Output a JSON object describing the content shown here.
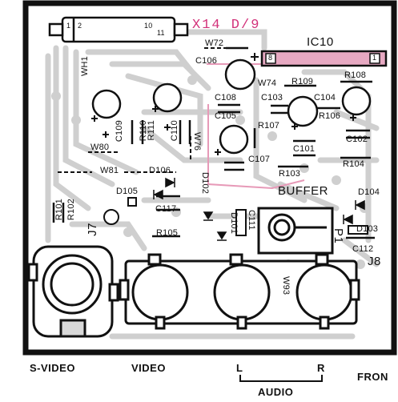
{
  "board": {
    "board_id": "X14 D/9",
    "ic_label": "IC10",
    "buffer_label": "BUFFER",
    "connector_j8": "J8",
    "connector_j7": "J7",
    "colors": {
      "ink": "#111111",
      "trace": "#cfcfcf",
      "accent": "#d2327a",
      "pcb_bg": "#ffffff"
    }
  },
  "ic10_pins": {
    "left": "8",
    "right": "1"
  },
  "connector_pins": [
    "1",
    "2",
    "10",
    "11"
  ],
  "components": {
    "w72": "W72",
    "c106": "C106",
    "w74": "W74",
    "r109": "R109",
    "r108": "R108",
    "wh1": "WH1",
    "c108": "C108",
    "c103": "C103",
    "c104": "C104",
    "c105": "C105",
    "r107": "R107",
    "r106": "R106",
    "c109": "C109",
    "r110": "R110",
    "r111": "R111",
    "c110": "C110",
    "w76": "W76",
    "c107": "C107",
    "c101": "C101",
    "c102": "C102",
    "w80": "W80",
    "w81": "W81",
    "d106": "D106",
    "r103": "R103",
    "r104": "R104",
    "d105": "D105",
    "d102": "D102",
    "d104": "D104",
    "r102": "R102",
    "r101": "R101",
    "c117": "C117",
    "d101": "D101",
    "c111": "C111",
    "d103": "D103",
    "r105": "R105",
    "p1": "P1",
    "c112": "C112",
    "w93": "W93"
  },
  "jacks": {
    "svideo": "S-VIDEO",
    "video": "VIDEO",
    "left": "L",
    "right": "R",
    "audio": "AUDIO",
    "front": "FRON"
  }
}
